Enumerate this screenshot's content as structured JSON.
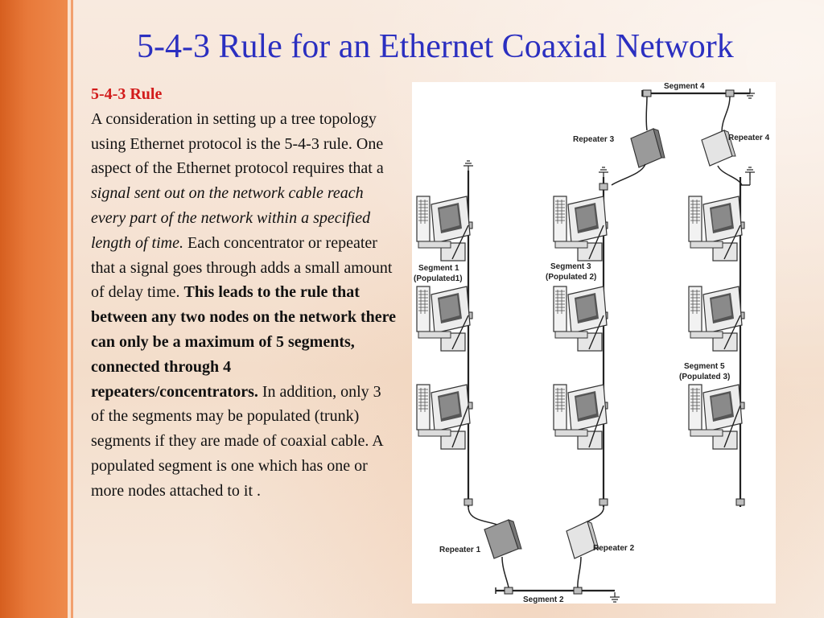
{
  "title": "5-4-3 Rule for an Ethernet Coaxial Network",
  "body": {
    "heading": "5-4-3 Rule",
    "intro": "A consideration in setting up a tree topology using Ethernet protocol is the 5-4-3 rule. One aspect of the Ethernet protocol requires that a ",
    "emphasis": "signal sent out on the network cable reach every part of the network within a specified length of time.",
    "middle": " Each concentrator or repeater that a signal goes through adds a small amount of delay time. ",
    "bold": "This leads to the rule that between any two nodes on the network there can only be a maximum of 5 segments, connected through 4 repeaters/concentrators.",
    "end": " In addition, only 3 of the segments may be populated (trunk) segments if they are made of coaxial cable. A populated segment is one which has one or more nodes attached to it ."
  },
  "diagram": {
    "segment4": "Segment 4",
    "repeater3": "Repeater 3",
    "repeater4": "Repeater 4",
    "segment1": [
      "Segment 1",
      "(Populated1)"
    ],
    "segment3": [
      "Segment 3",
      "(Populated 2)"
    ],
    "segment5": [
      "Segment 5",
      "(Populated 3)"
    ],
    "repeater1": "Repeater 1",
    "repeater2": "Repeater 2",
    "segment2": "Segment 2"
  },
  "colors": {
    "title": "#2b2fc0",
    "rule_heading": "#d21b1b",
    "side_band": "#e8793a",
    "repeater_dark": "#9a9a9a",
    "repeater_light": "#e4e4e4"
  }
}
